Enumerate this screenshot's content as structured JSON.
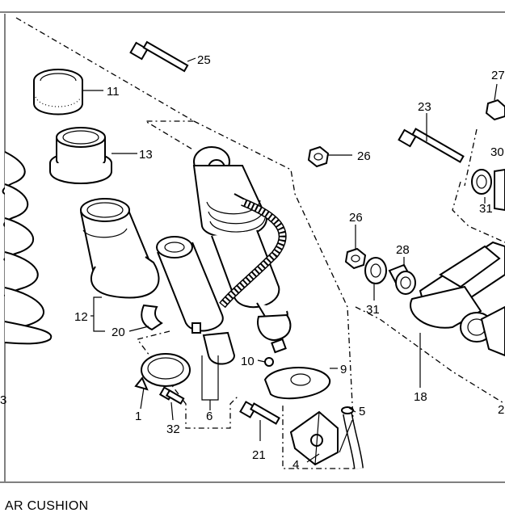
{
  "caption": "AR CUSHION",
  "callouts": {
    "c1": "1",
    "c4": "4",
    "c5": "5",
    "c6": "6",
    "c9": "9",
    "c10": "10",
    "c11": "11",
    "c12": "12",
    "c13": "13",
    "c18": "18",
    "c20": "20",
    "c21": "21",
    "c23": "23",
    "c25": "25",
    "c26a": "26",
    "c26b": "26",
    "c27": "27",
    "c28": "28",
    "c30": "30",
    "c31a": "31",
    "c31b": "31",
    "c32": "32",
    "c2": "2",
    "c3": "3"
  }
}
